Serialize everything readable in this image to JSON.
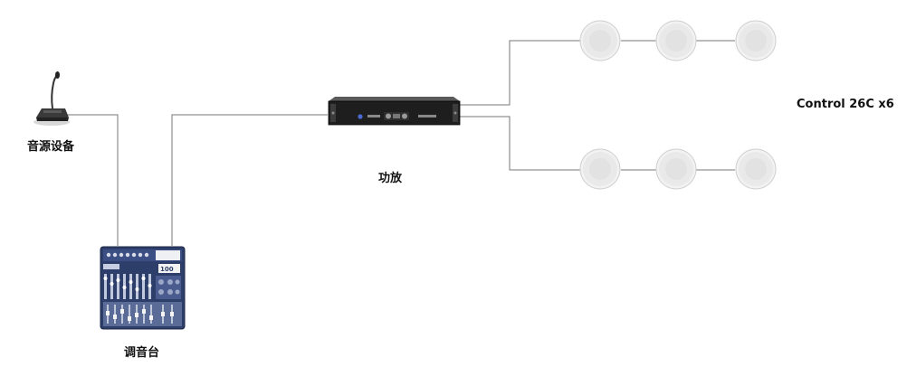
{
  "diagram": {
    "labels": {
      "source": "音源设备",
      "amplifier": "功放",
      "mixer": "调音台",
      "speakers": "Control 26C x6"
    },
    "devices": {
      "microphone": "microphone-icon",
      "mixer": "mixer-icon",
      "amplifier": "amplifier-icon",
      "speaker": "ceiling-speaker-icon"
    }
  }
}
